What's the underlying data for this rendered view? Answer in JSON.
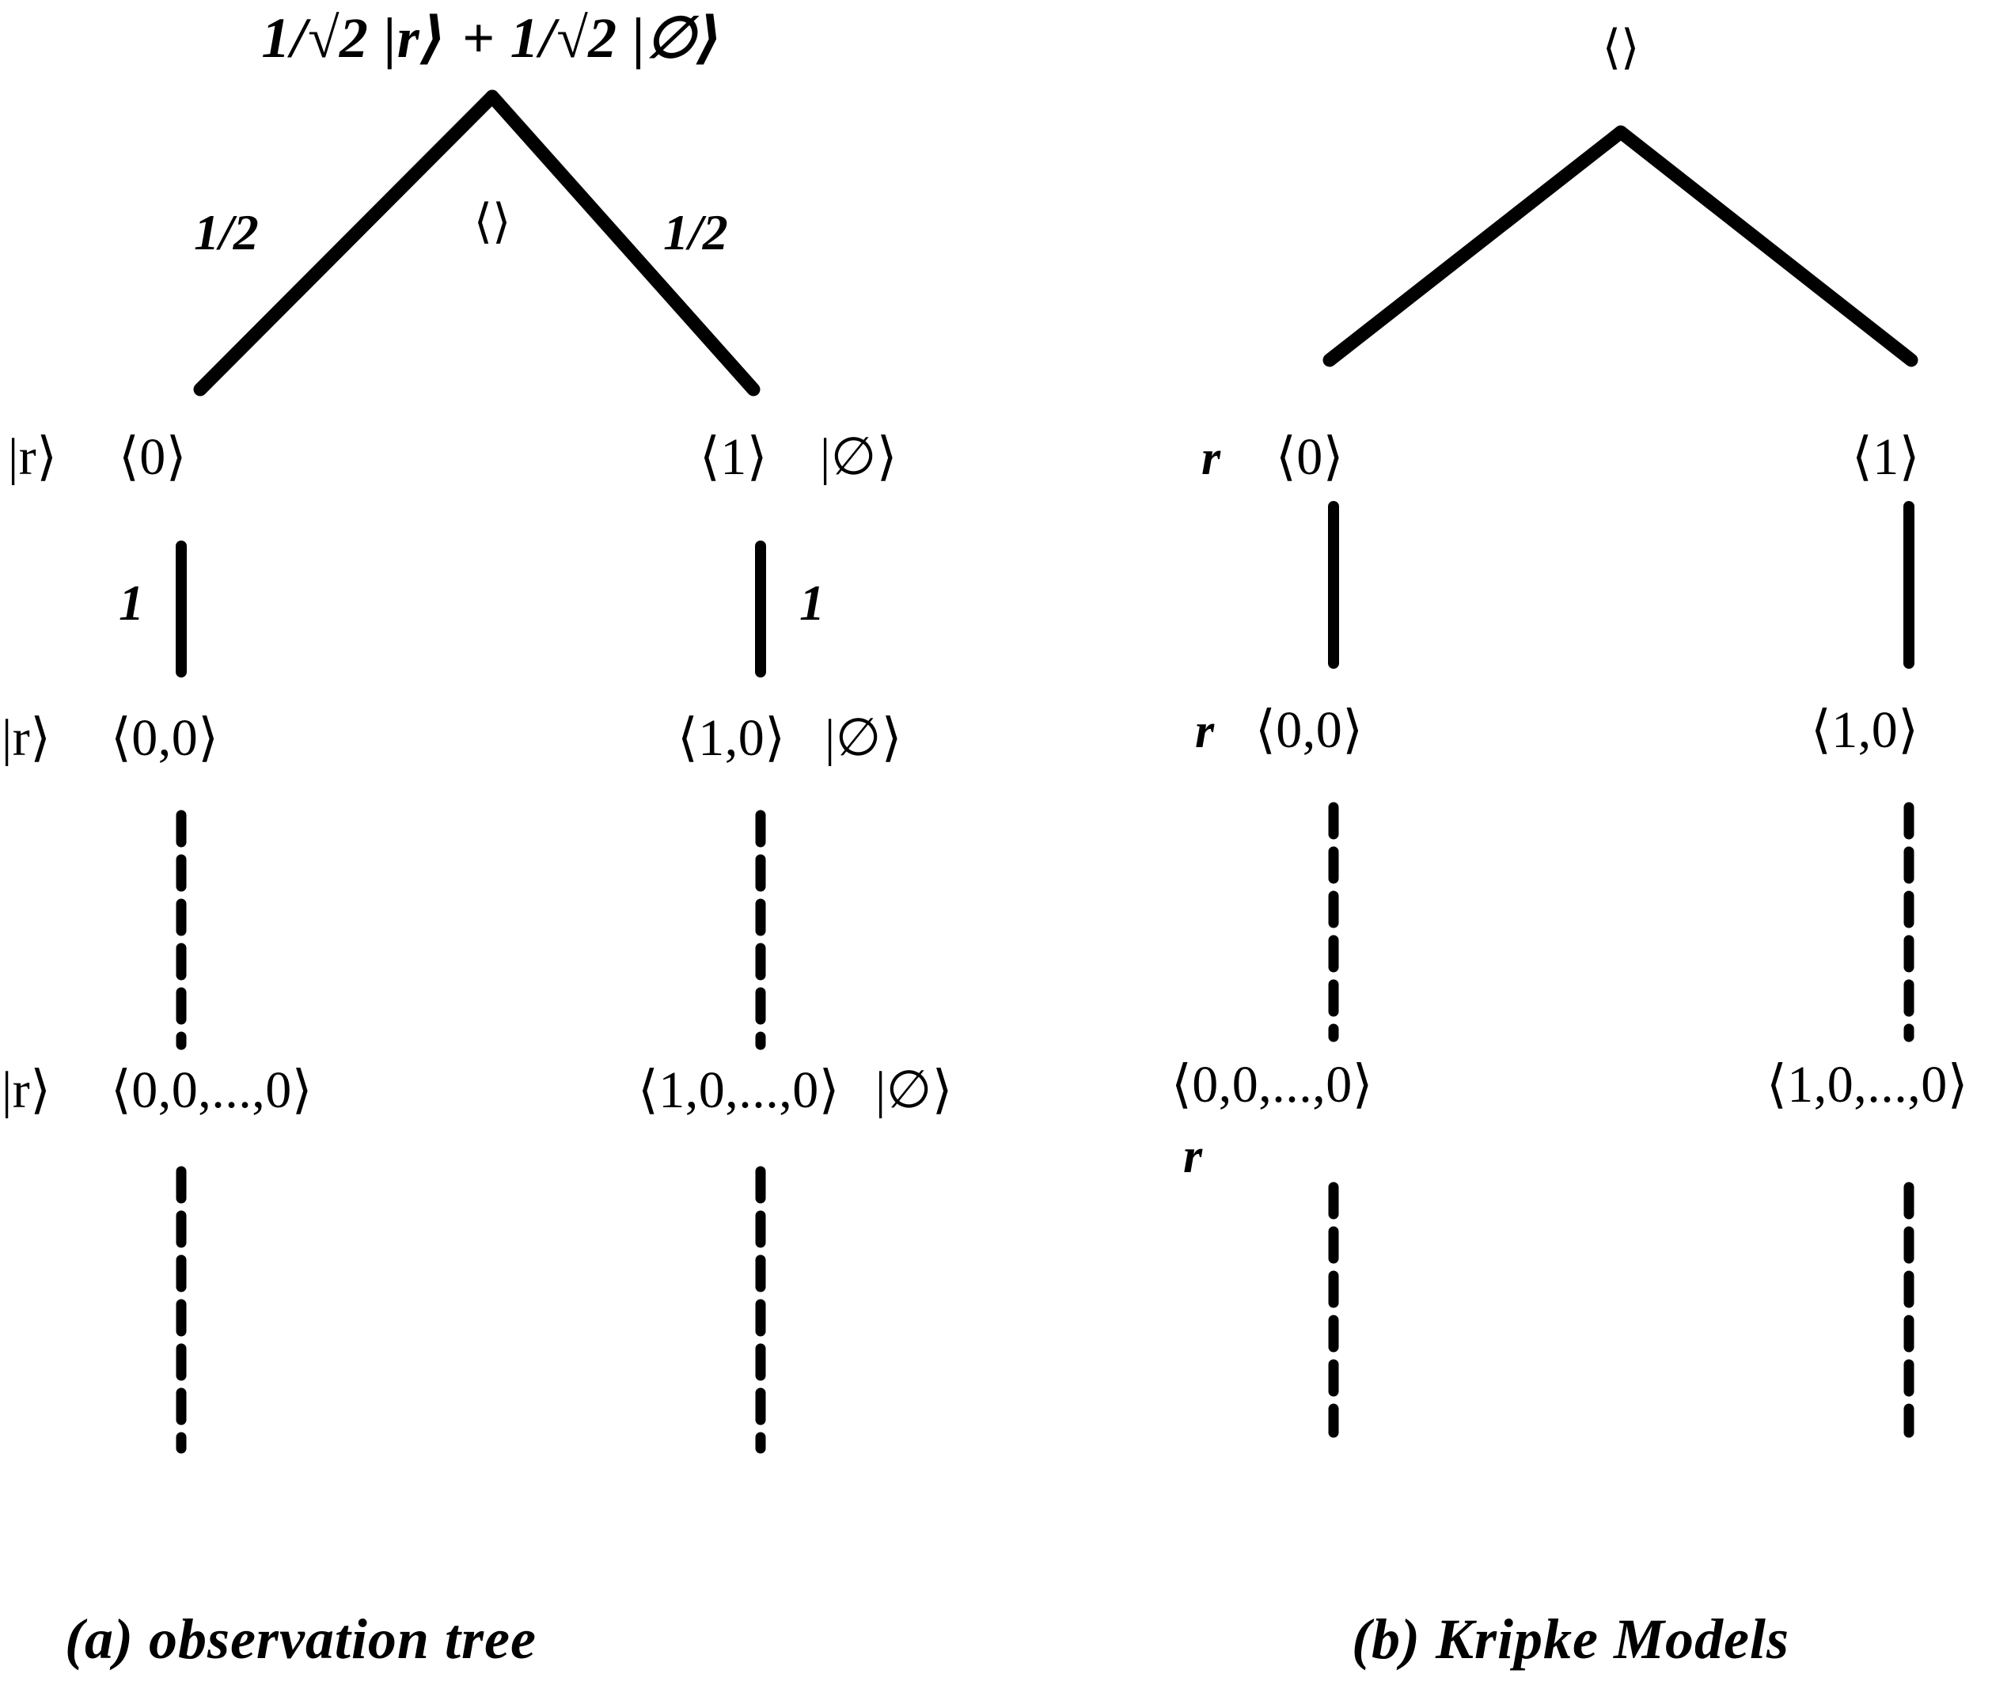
{
  "figure": {
    "panels": [
      {
        "id": "observation-tree",
        "caption": "(a) observation tree",
        "title": "1/√2 |r⟩ + 1/√2 |∅⟩",
        "root_symbol": "⟨⟩",
        "edge_weights": {
          "left_top": "1/2",
          "right_top": "1/2",
          "left_mid": "1",
          "right_mid": "1"
        },
        "nodes": {
          "level1_left_state": "|r⟩",
          "level1_left_history": "⟨0⟩",
          "level1_right_history": "⟨1⟩",
          "level1_right_state": "|∅⟩",
          "level2_left_state": "|r⟩",
          "level2_left_history": "⟨0,0⟩",
          "level2_right_history": "⟨1,0⟩",
          "level2_right_state": "|∅⟩",
          "level3_left_state": "|r⟩",
          "level3_left_history": "⟨0,0,...,0⟩",
          "level3_right_history": "⟨1,0,...,0⟩",
          "level3_right_state": "|∅⟩"
        }
      },
      {
        "id": "kripke-models",
        "caption": "(b)  Kripke Models",
        "root_symbol": "⟨⟩",
        "nodes": {
          "level1_left_prop": "r",
          "level1_left_history": "⟨0⟩",
          "level1_right_history": "⟨1⟩",
          "level2_left_prop": "r",
          "level2_left_history": "⟨0,0⟩",
          "level2_right_history": "⟨1,0⟩",
          "level3_left_history": "⟨0,0,...,0⟩",
          "level3_left_prop": "r",
          "level3_right_history": "⟨1,0,...,0⟩"
        }
      }
    ]
  },
  "style": {
    "ink": "#000000",
    "background": "#ffffff"
  }
}
